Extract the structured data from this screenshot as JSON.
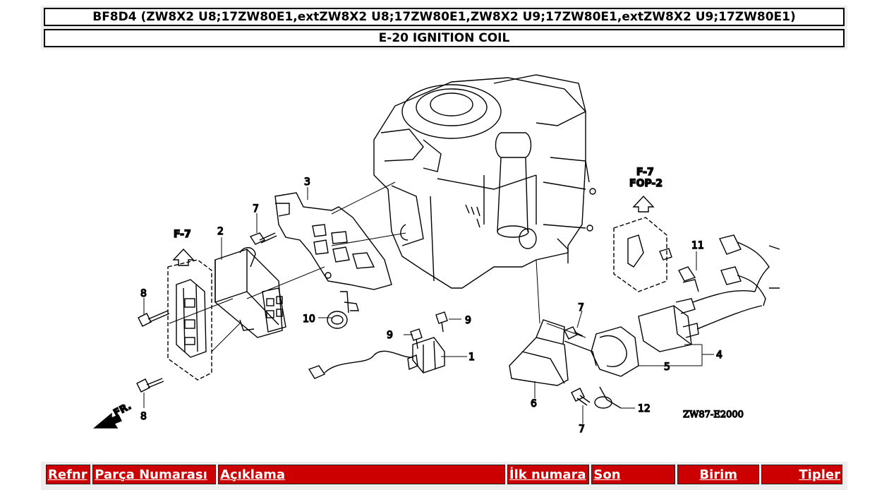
{
  "header": {
    "model_title": "BF8D4 (ZW8X2 U8;17ZW80E1,extZW8X2 U8;17ZW80E1,ZW8X2 U9;17ZW80E1,extZW8X2 U9;17ZW80E1)",
    "section_title": "E-20 IGNITION COIL"
  },
  "diagram": {
    "code": "ZW87-E2000",
    "front_marker": "FR.",
    "refs": {
      "f7_left": "F-7",
      "f7_right": "F-7",
      "fop2": "FOP-2"
    },
    "callouts": {
      "c1": "1",
      "c2": "2",
      "c3": "3",
      "c4": "4",
      "c5": "5",
      "c6": "6",
      "c7a": "7",
      "c7b": "7",
      "c7c": "7",
      "c8a": "8",
      "c8b": "8",
      "c9a": "9",
      "c9b": "9",
      "c10": "10",
      "c11": "11",
      "c12": "12"
    }
  },
  "table": {
    "columns": [
      "Refnr",
      "Parça Numarası",
      "Açıklama",
      "İlk numara",
      "Son",
      "Birim",
      "Tipler"
    ]
  },
  "colors": {
    "header_red": "#cc0000",
    "frame_gray": "#eeeeee"
  }
}
